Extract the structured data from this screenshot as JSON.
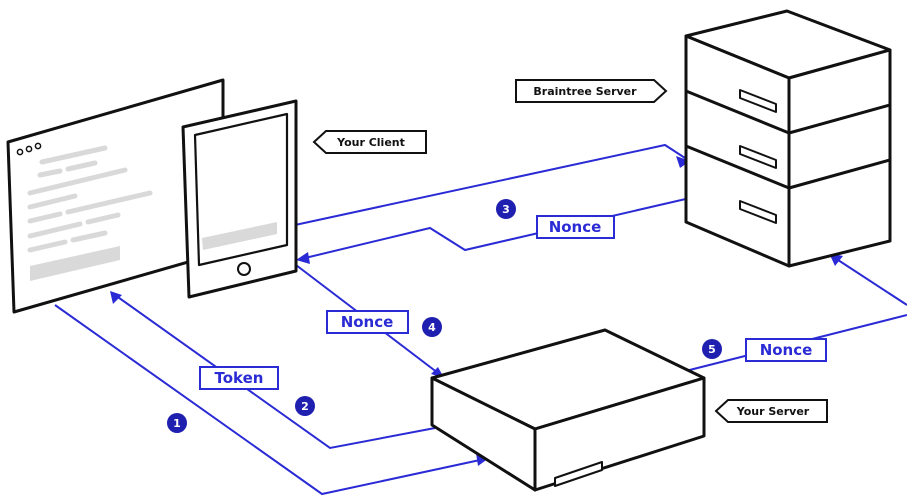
{
  "colors": {
    "flow": "#2b2bd6",
    "ink": "#111111",
    "placeholder": "#d9d9d9",
    "step_badge": "#1f1fb0",
    "background": "#ffffff"
  },
  "callouts": {
    "braintree_server": "Braintree Server",
    "your_client": "Your Client",
    "your_server": "Your Server"
  },
  "tags": {
    "token": "Token",
    "nonce_step3": "Nonce",
    "nonce_step4": "Nonce",
    "nonce_step5": "Nonce"
  },
  "steps": [
    "1",
    "2",
    "3",
    "4",
    "5"
  ],
  "devices": {
    "browser_window": "browser-window",
    "tablet": "tablet-device",
    "braintree_server_rack": "server-rack",
    "your_server_box": "server-box"
  }
}
